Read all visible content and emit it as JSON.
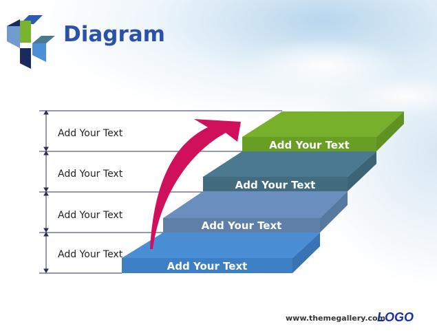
{
  "title": "Diagram",
  "rows": [
    "Add Your Text",
    "Add Your Text",
    "Add Your Text",
    "Add Your Text"
  ],
  "steps": [
    {
      "label": "Add Your Text",
      "color": "#4a8fd6"
    },
    {
      "label": "Add Your Text",
      "color": "#6a8fbf"
    },
    {
      "label": "Add Your Text",
      "color": "#4b7a90"
    },
    {
      "label": "Add Your Text",
      "color": "#77b02a"
    }
  ],
  "arrow_color": "#d0105a",
  "footer": {
    "url": "www.themegallery.com",
    "logo": "LOGO"
  }
}
